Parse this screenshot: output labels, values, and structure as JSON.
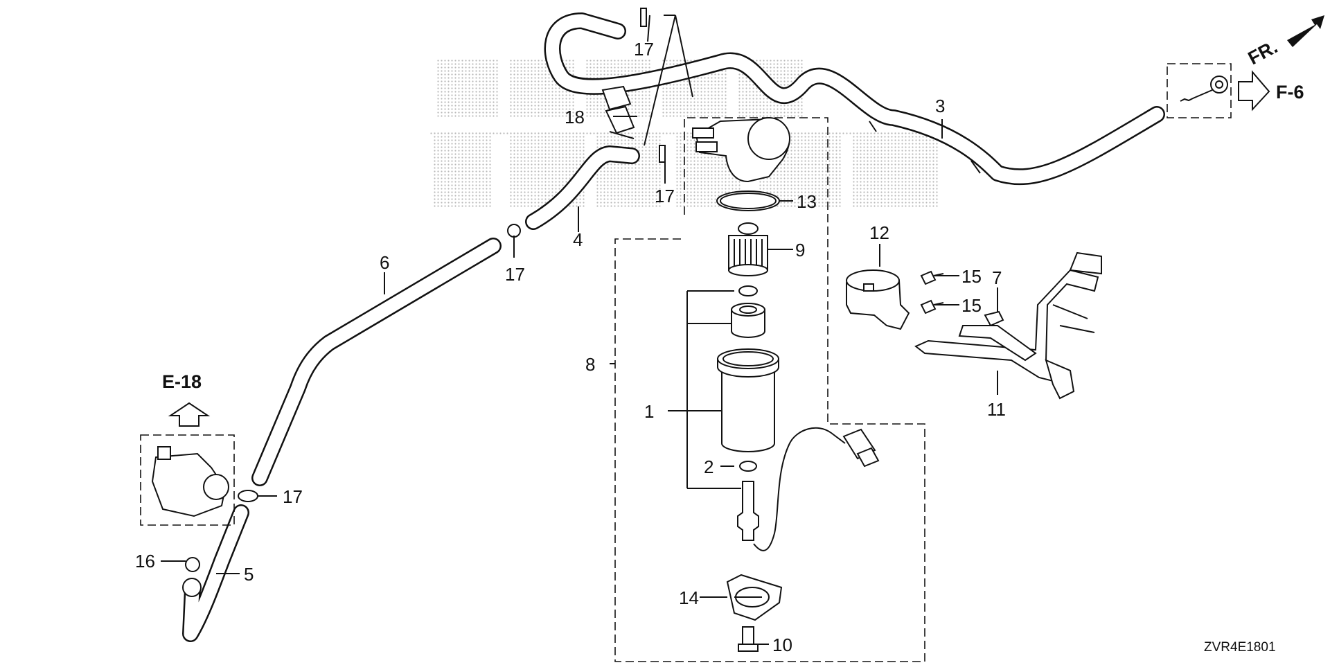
{
  "diagram": {
    "callouts": {
      "c1": "1",
      "c2": "2",
      "c3": "3",
      "c4": "4",
      "c5": "5",
      "c6": "6",
      "c7": "7",
      "c8": "8",
      "c9": "9",
      "c10": "10",
      "c11": "11",
      "c12": "12",
      "c13": "13",
      "c14": "14",
      "c15a": "15",
      "c15b": "15",
      "c16": "16",
      "c17a": "17",
      "c17b": "17",
      "c17c": "17",
      "c17d": "17",
      "c18": "18"
    },
    "refs": {
      "e18": "E-18",
      "f6": "F-6",
      "fr": "FR."
    },
    "figure_code": "ZVR4E1801",
    "colors": {
      "line": "#111111",
      "background": "#ffffff",
      "watermark": "#b8b8b8"
    },
    "icons": [
      "front-arrow-icon",
      "reference-arrow-up-icon",
      "reference-arrow-right-icon"
    ]
  }
}
